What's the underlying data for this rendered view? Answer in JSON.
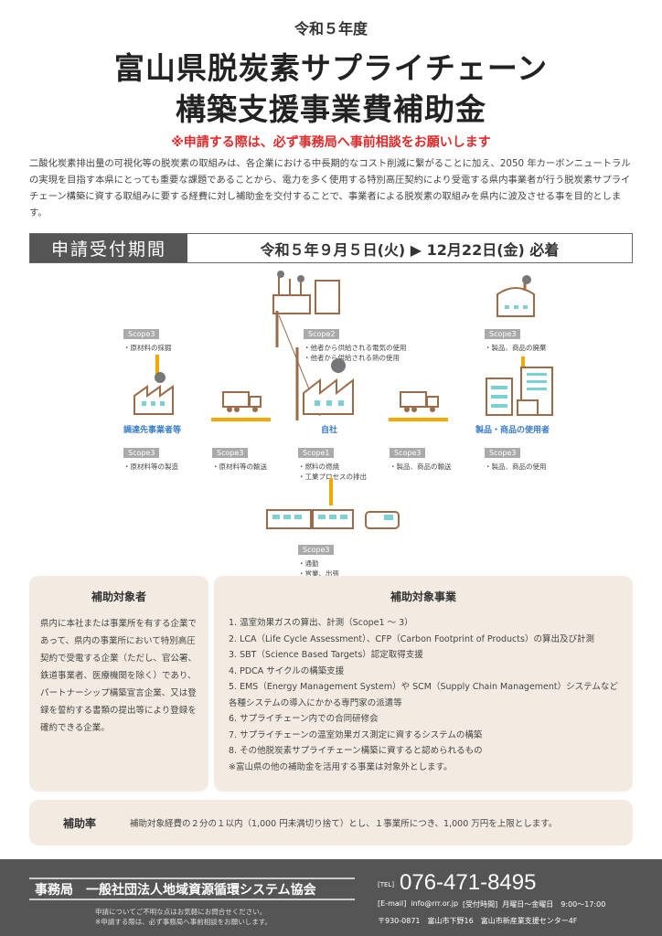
{
  "header": {
    "subtitle": "令和５年度",
    "title_line1": "富山県脱炭素サプライチェーン",
    "title_line2": "構築支援事業費補助金",
    "note": "※申請する際は、必ず事務局へ事前相談をお願いします"
  },
  "intro": "二酸化炭素排出量の可視化等の脱炭素の取組みは、各企業における中長期的なコスト削減に繋がることに加え、2050 年カーボンニュートラルの実現を目指す本県にとっても重要な課題であることから、電力を多く使用する特別高圧契約により受電する県内事業者が行う脱炭素サプライチェーン構築に資する取組みに要する経費に対し補助金を交付することで、事業者による脱炭素の取組みを県内に波及させる事を目的とします。",
  "period": {
    "label": "申請受付期間",
    "value": "令和５年９月５日(火) ▶ 12月22日(金) 必着"
  },
  "diagram": {
    "upstream_top": {
      "scope": "Scope3",
      "items": [
        "・原材料の採掘"
      ]
    },
    "scope2": {
      "scope": "Scope2",
      "items": [
        "・他者から供給される電気の使用",
        "・他者から供給される熱の使用"
      ]
    },
    "downstream_top": {
      "scope": "Scope3",
      "items": [
        "・製品、商品の廃棄"
      ]
    },
    "supplier": {
      "label": "調達先事業者等",
      "scope": "Scope3",
      "items": [
        "・原材料等の製造"
      ]
    },
    "transport_in": {
      "scope": "Scope3",
      "items": [
        "・原材料等の輸送"
      ]
    },
    "self": {
      "label": "自社",
      "scope": "Scope1",
      "items": [
        "・燃料の燃焼",
        "・工業プロセスの排出"
      ]
    },
    "transport_out": {
      "scope": "Scope3",
      "items": [
        "・製品、商品の輸送"
      ]
    },
    "user": {
      "label": "製品・商品の使用者",
      "scope": "Scope3",
      "items": [
        "・製品、商品の使用"
      ]
    },
    "commute": {
      "scope": "Scope3",
      "items": [
        "・通勤",
        "・営業、出張"
      ]
    }
  },
  "eligible": {
    "title": "補助対象者",
    "text": "県内に本社または事業所を有する企業であって、県内の事業所において特別高圧契約で受電する企業（ただし、官公署、鉄道事業者、医療機関を除く）であり、パートナーシップ構築宣言企業、又は登録を誓約する書類の提出等により登録を確約できる企業。"
  },
  "projects": {
    "title": "補助対象事業",
    "items": [
      "1. 温室効果ガスの算出、計測（Scope1 ～ 3）",
      "2. LCA（Life Cycle Assessment）、CFP（Carbon Footprint of Products）の算出及び計測",
      "3. SBT（Science Based Targets）認定取得支援",
      "4. PDCA サイクルの構築支援",
      "5. EMS（Energy Management System）や SCM（Supply Chain Management）システムなど各種システムの導入にかかる専門家の派遣等",
      "6. サプライチェーン内での合同研修会",
      "7. サプライチェーンの温室効果ガス測定に資するシステムの構築",
      "8. その他脱炭素サプライチェーン構築に資すると認められるもの",
      "※富山県の他の補助金を活用する事業は対象外とします。"
    ]
  },
  "rate": {
    "label": "補助率",
    "text": "補助対象経費の２分の１以内（1,000 円未満切り捨て）とし、１事業所につき、1,000 万円を上限とします。"
  },
  "footer": {
    "office": "事務局　一般社団法人地域資源循環システム協会",
    "note1": "申請についてご不明な点はお気軽にお問合せください。",
    "note2": "※申請する際は、必ず事務局へ事前相談をお願いします。",
    "tel_label": "[TEL]",
    "tel": "076-471-8495",
    "email_label": "[E-mail]",
    "email": "info@rrr.or.jp",
    "hours_label": "[受付時間]",
    "hours": "月曜日～金曜日　9:00～17:00",
    "address": "〒930-0871　富山市下野16　富山市新産業支援センター4F"
  },
  "colors": {
    "accent": "#f5a800",
    "note": "#e02a2a",
    "label_blue": "#3a7dc8",
    "footer": "#555555",
    "box": "#f3ebe2"
  }
}
